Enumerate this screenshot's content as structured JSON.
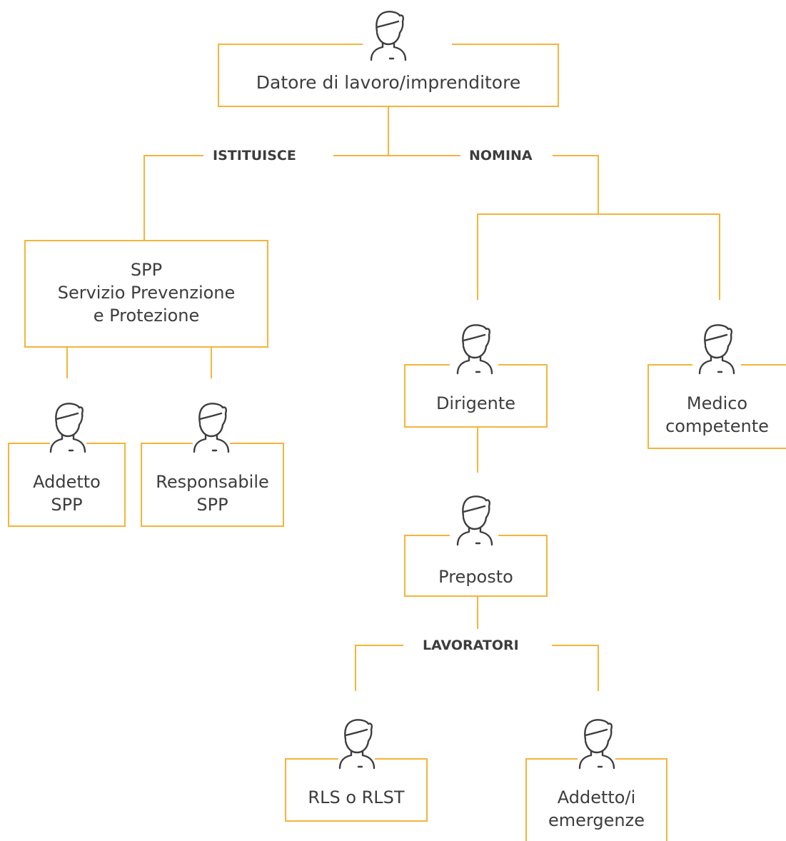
{
  "colors": {
    "line": "#f5b43a",
    "icon": "#3d3d3d",
    "text": "#3d3d3d"
  },
  "root": {
    "label": "Datore di lavoro/imprenditore",
    "icon": "person-icon"
  },
  "labels": {
    "istituisce": "ISTITUISCE",
    "nomina": "NOMINA",
    "lavoratori": "LAVORATORI"
  },
  "spp": {
    "line1": "SPP",
    "line2": "Servizio Prevenzione",
    "line3": "e Protezione"
  },
  "addetto_spp": {
    "line1": "Addetto",
    "line2": "SPP"
  },
  "responsabile_spp": {
    "line1": "Responsabile",
    "line2": "SPP"
  },
  "dirigente": {
    "line1": "Dirigente"
  },
  "medico": {
    "line1": "Medico",
    "line2": "competente"
  },
  "preposto": {
    "line1": "Preposto"
  },
  "rls": {
    "line1": "RLS o RLST"
  },
  "addetto_emergenze": {
    "line1": "Addetto/i",
    "line2": "emergenze"
  }
}
